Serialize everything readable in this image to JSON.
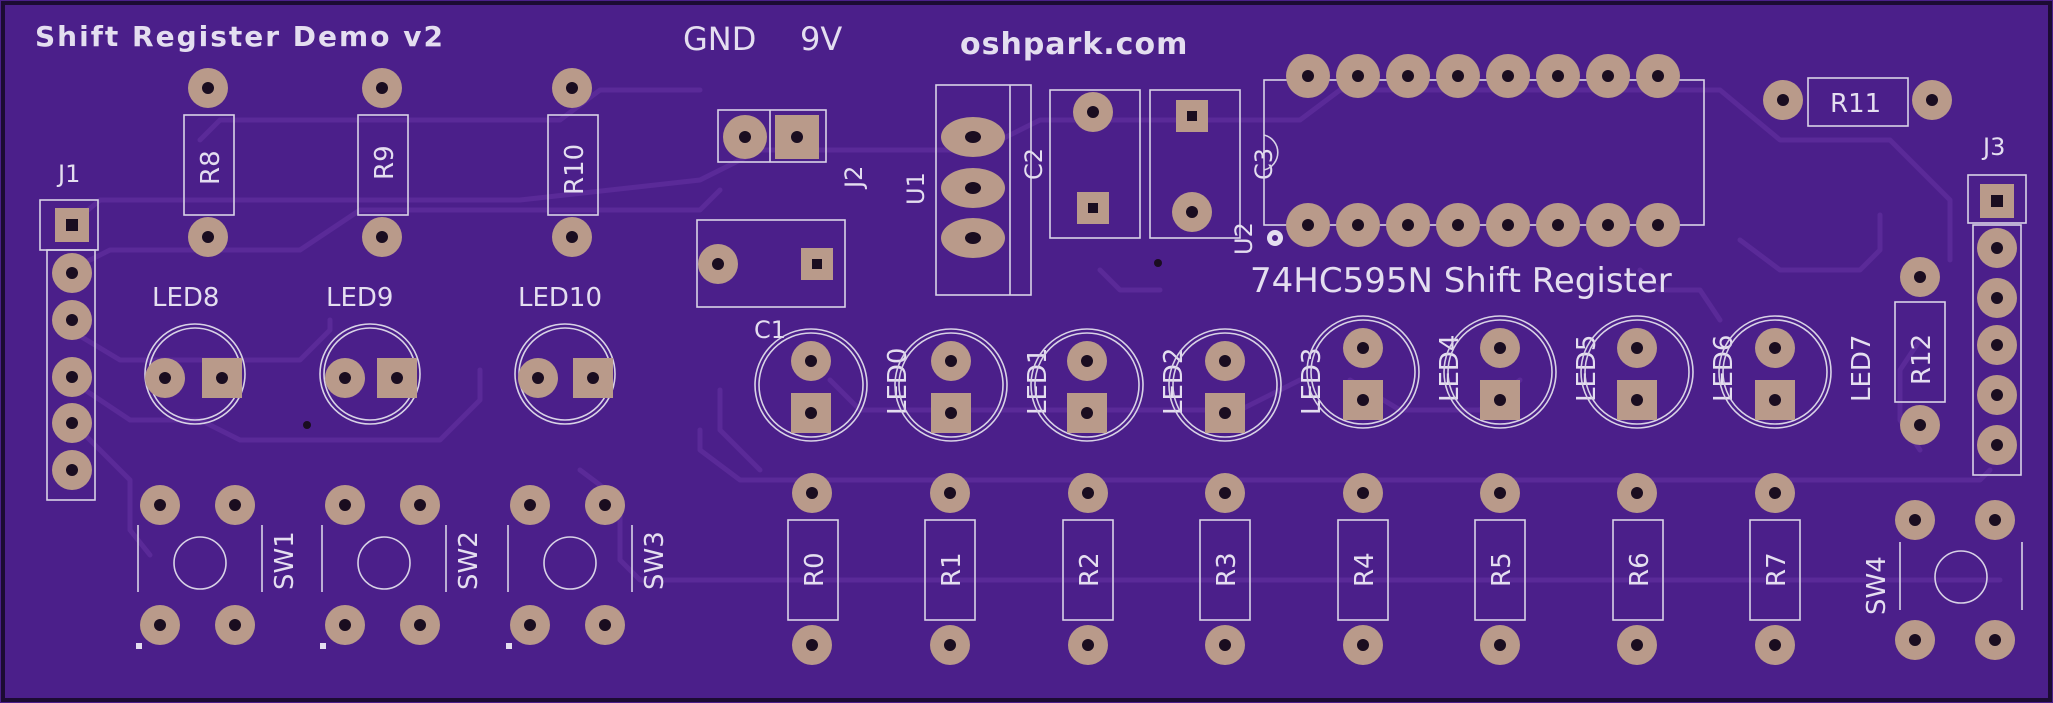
{
  "board": {
    "title": "Shift Register Demo v2",
    "website": "oshpark.com",
    "gnd_label": "GND",
    "voltage_label": "9V",
    "chip_label": "74HC595N Shift Register",
    "colors": {
      "board": "#4b1f8a",
      "edge": "#2a0f50",
      "silkscreen": "#e4def0",
      "copper_pad": "#b99a8a",
      "trace": "#5a2a98"
    }
  },
  "labels": {
    "J1": "J1",
    "J2": "J2",
    "J3": "J3",
    "U1": "U1",
    "U2": "U2",
    "C1": "C1",
    "C2": "C2",
    "C3": "C3",
    "R8": "R8",
    "R9": "R9",
    "R10": "R10",
    "R11": "R11",
    "R12": "R12",
    "R0": "R0",
    "R1": "R1",
    "R2": "R2",
    "R3": "R3",
    "R4": "R4",
    "R5": "R5",
    "R6": "R6",
    "R7": "R7",
    "LED0": "LED0",
    "LED1": "LED1",
    "LED2": "LED2",
    "LED3": "LED3",
    "LED4": "LED4",
    "LED5": "LED5",
    "LED6": "LED6",
    "LED7": "LED7",
    "LED8": "LED8",
    "LED9": "LED9",
    "LED10": "LED10",
    "SW1": "SW1",
    "SW2": "SW2",
    "SW3": "SW3",
    "SW4": "SW4"
  }
}
